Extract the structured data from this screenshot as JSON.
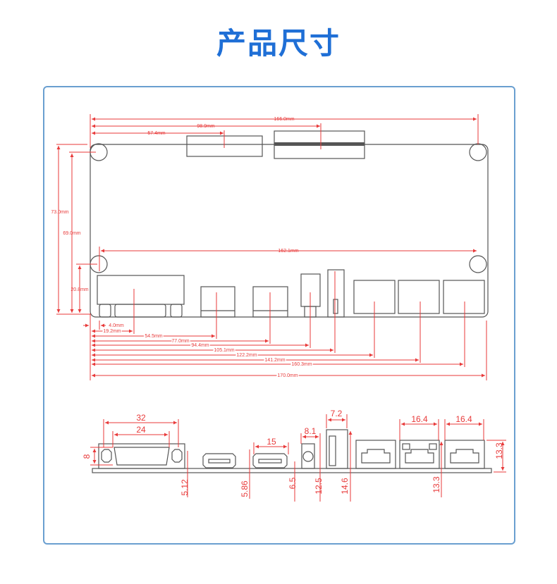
{
  "title": "产品尺寸",
  "top_view": {
    "dims": {
      "w166": "166.0mm",
      "w98": "98.9mm",
      "w57": "57.4mm",
      "h73": "73.0mm",
      "h69": "69.0mm",
      "h20": "20.8mm",
      "w162": "162.1mm",
      "x4": "4.0mm",
      "x19": "19.2mm",
      "x54": "54.5mm",
      "x77": "77.0mm",
      "x94": "94.4mm",
      "x105": "105.1mm",
      "x122": "122.2mm",
      "x141": "141.2mm",
      "x160": "160.3mm",
      "x170": "170.0mm"
    }
  },
  "front_view": {
    "dims": {
      "dvi_outer": "32",
      "dvi_inner": "24",
      "dvi_height": "8",
      "dvi_offset": "5.12",
      "hdmi_offset": "5.86",
      "hdmi_width": "15",
      "dc_width": "8.1",
      "dc_center": "6.5",
      "dc_height": "12.5",
      "usb_width": "7.2",
      "usb_height": "14.6",
      "rj45_width_a": "16.4",
      "rj45_width_b": "16.4",
      "rj45_height_a": "13.3",
      "rj45_height_b": "13.3"
    }
  }
}
